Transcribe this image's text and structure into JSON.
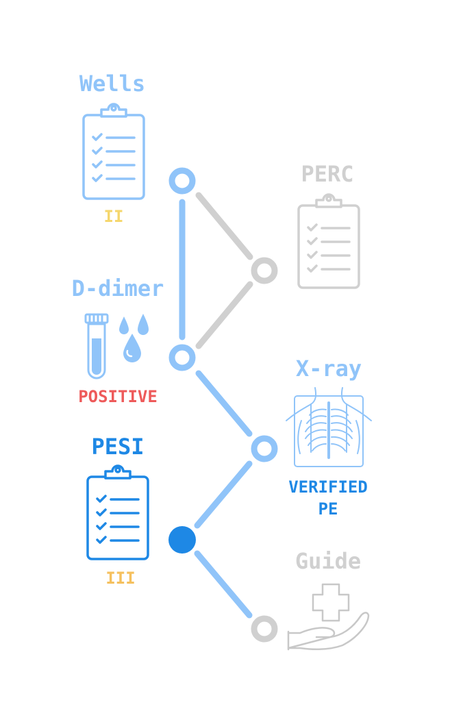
{
  "steps": {
    "wells": {
      "title": "Wells",
      "sub": "II",
      "title_color": "#90c4f9",
      "sub_color": "#f5d76e",
      "icon": "clipboard-icon"
    },
    "perc": {
      "title": "PERC",
      "title_color": "#d0d0d0",
      "icon": "clipboard-icon"
    },
    "ddimer": {
      "title": "D-dimer",
      "sub": "POSITIVE",
      "title_color": "#90c4f9",
      "sub_color": "#ee5a5a",
      "icon": "test-tube-drops-icon"
    },
    "xray": {
      "title": "X-ray",
      "sub_line1": "VERIFIED",
      "sub_line2": "PE",
      "title_color": "#90c4f9",
      "sub_color": "#1e88e5",
      "icon": "chest-xray-icon"
    },
    "pesi": {
      "title": "PESI",
      "sub": "III",
      "title_color": "#1e88e5",
      "sub_color": "#f5c05e",
      "icon": "clipboard-icon"
    },
    "guide": {
      "title": "Guide",
      "title_color": "#d0d0d0",
      "icon": "hand-cross-icon"
    }
  },
  "colors": {
    "active_path": "#90c4f9",
    "inactive_path": "#d0d0d0",
    "current_node": "#1e88e5"
  }
}
